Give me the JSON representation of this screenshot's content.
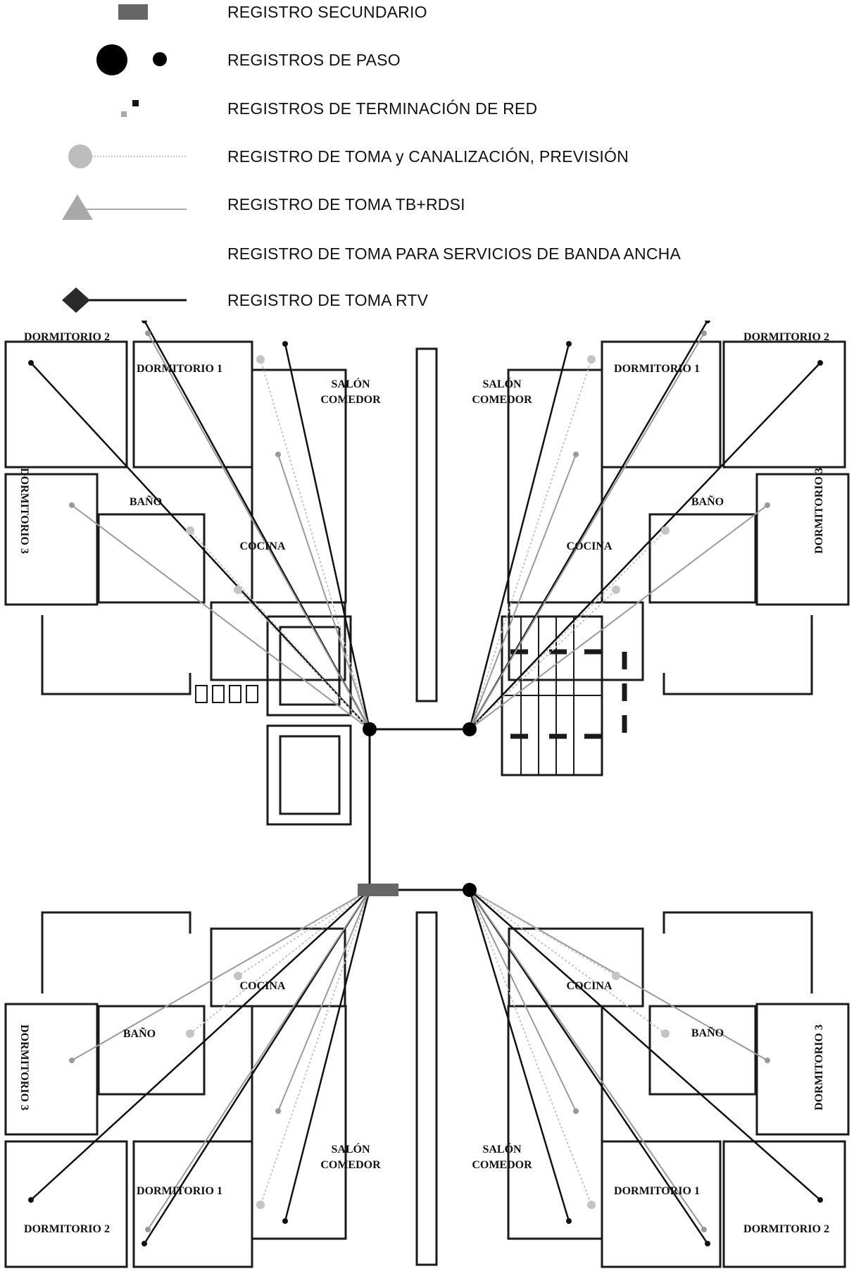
{
  "legend": {
    "items": [
      {
        "label": "REGISTRO SECUNDARIO",
        "symbol": "gray-rectangle-icon"
      },
      {
        "label": "REGISTROS DE PASO",
        "symbol": "black-circles-icon"
      },
      {
        "label": "REGISTROS DE TERMINACIÓN DE RED",
        "symbol": "small-squares-icon"
      },
      {
        "label": "REGISTRO DE TOMA y CANALIZACIÓN, PREVISIÓN",
        "symbol": "gray-circle-line-icon"
      },
      {
        "label": "REGISTRO DE TOMA TB+RDSI",
        "symbol": "gray-triangle-line-icon"
      },
      {
        "label": "REGISTRO DE TOMA PARA SERVICIOS DE BANDA ANCHA",
        "symbol": ""
      },
      {
        "label": "REGISTRO DE TOMA RTV",
        "symbol": "black-diamond-line-icon"
      }
    ]
  },
  "rooms": {
    "dormitorio1": "DORMITORIO 1",
    "dormitorio2": "DORMITORIO 2",
    "dormitorio3": "DORMITORIO 3",
    "salon": "SALÓN",
    "comedor": "COMEDOR",
    "bano": "BAÑO",
    "cocina": "COCINA"
  },
  "colors": {
    "wall": "#1a1a1a",
    "rtv": "#111111",
    "tb_rdsi": "#9a9a9a",
    "prevision": "#c4c4c4",
    "secundario": "#666666"
  }
}
